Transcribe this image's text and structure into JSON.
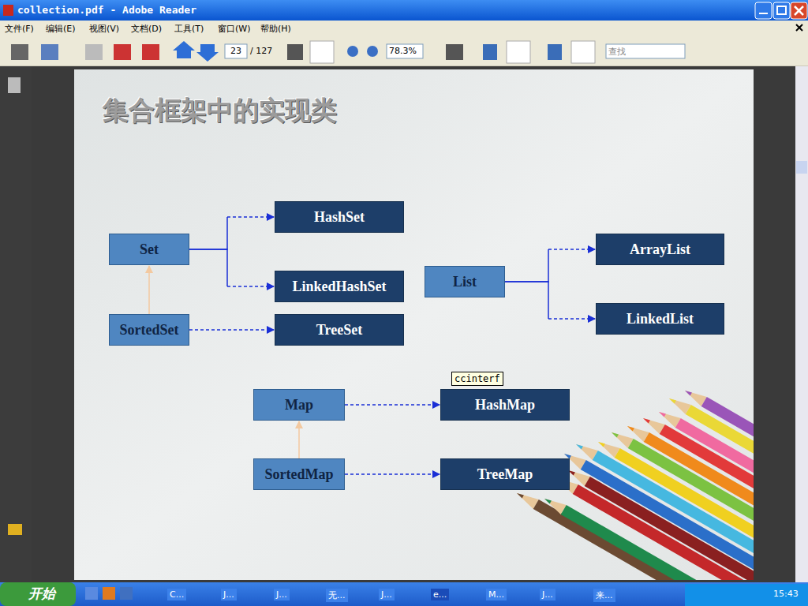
{
  "diagram": {
    "title": "集合框架中的实现类",
    "nodes": [
      {
        "text": [
          "Set"
        ]
      },
      {
        "text": [
          "HashSet"
        ]
      },
      {
        "text": [
          "LinkedHashSet"
        ]
      },
      {
        "text": [
          "SortedSet"
        ]
      },
      {
        "text": [
          "TreeSet"
        ]
      },
      {
        "text": [
          "List"
        ]
      },
      {
        "text": [
          "ArrayList"
        ]
      },
      {
        "text": [
          "LinkedList"
        ]
      },
      {
        "text": [
          "Map"
        ]
      },
      {
        "text": [
          "HashMap"
        ]
      },
      {
        "text": [
          "SortedMap"
        ]
      },
      {
        "text": [
          "TreeMap"
        ]
      }
    ],
    "edges": [
      {
        "from": 0,
        "to": 1,
        "arrow": "to"
      },
      {
        "from": 0,
        "to": 2,
        "arrow": "to"
      },
      {
        "from": 3,
        "to": 0,
        "arrow": "to"
      },
      {
        "from": 3,
        "to": 4,
        "arrow": "to"
      },
      {
        "from": 5,
        "to": 6,
        "arrow": "to"
      },
      {
        "from": 5,
        "to": 7,
        "arrow": "to"
      },
      {
        "from": 8,
        "to": 9,
        "arrow": "to"
      },
      {
        "from": 10,
        "to": 8,
        "arrow": "to"
      },
      {
        "from": 10,
        "to": 11,
        "arrow": "to"
      }
    ],
    "labels": [
      "collection.pdf - Adobe Reader",
      "文件(F)",
      "编辑(E)",
      "视图(V)",
      "文档(D)",
      "工具(T)",
      "窗口(W)",
      "帮助(H)",
      "23",
      "/ 127",
      "78.3%",
      "查找",
      "ccinterf",
      "开始",
      "C...",
      "J...",
      "J...",
      "无...",
      "J...",
      "e...",
      "M...",
      "J...",
      "来...",
      "15:43"
    ]
  }
}
